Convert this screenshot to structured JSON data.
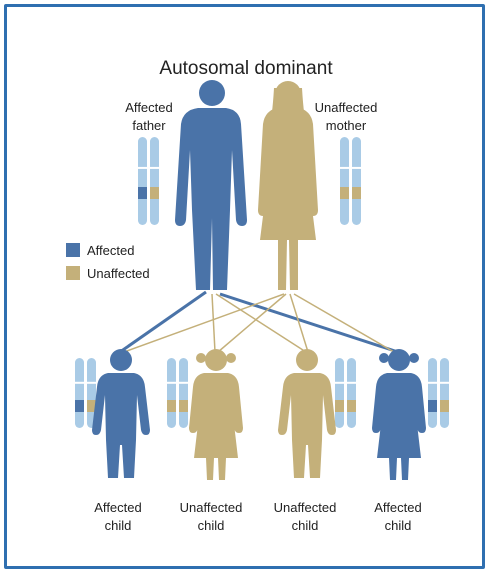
{
  "title": "Autosomal dominant",
  "parents": {
    "father": {
      "line1": "Affected",
      "line2": "father"
    },
    "mother": {
      "line1": "Unaffected",
      "line2": "mother"
    }
  },
  "legend": {
    "affected": "Affected",
    "unaffected": "Unaffected"
  },
  "children": [
    {
      "line1": "Affected",
      "line2": "child"
    },
    {
      "line1": "Unaffected",
      "line2": "child"
    },
    {
      "line1": "Unaffected",
      "line2": "child"
    },
    {
      "line1": "Affected",
      "line2": "child"
    }
  ],
  "colors": {
    "affected": "#4a73a8",
    "unaffected": "#c4b07a",
    "chromosome": "#a9cbe6",
    "frame": "#2f6fb0"
  }
}
